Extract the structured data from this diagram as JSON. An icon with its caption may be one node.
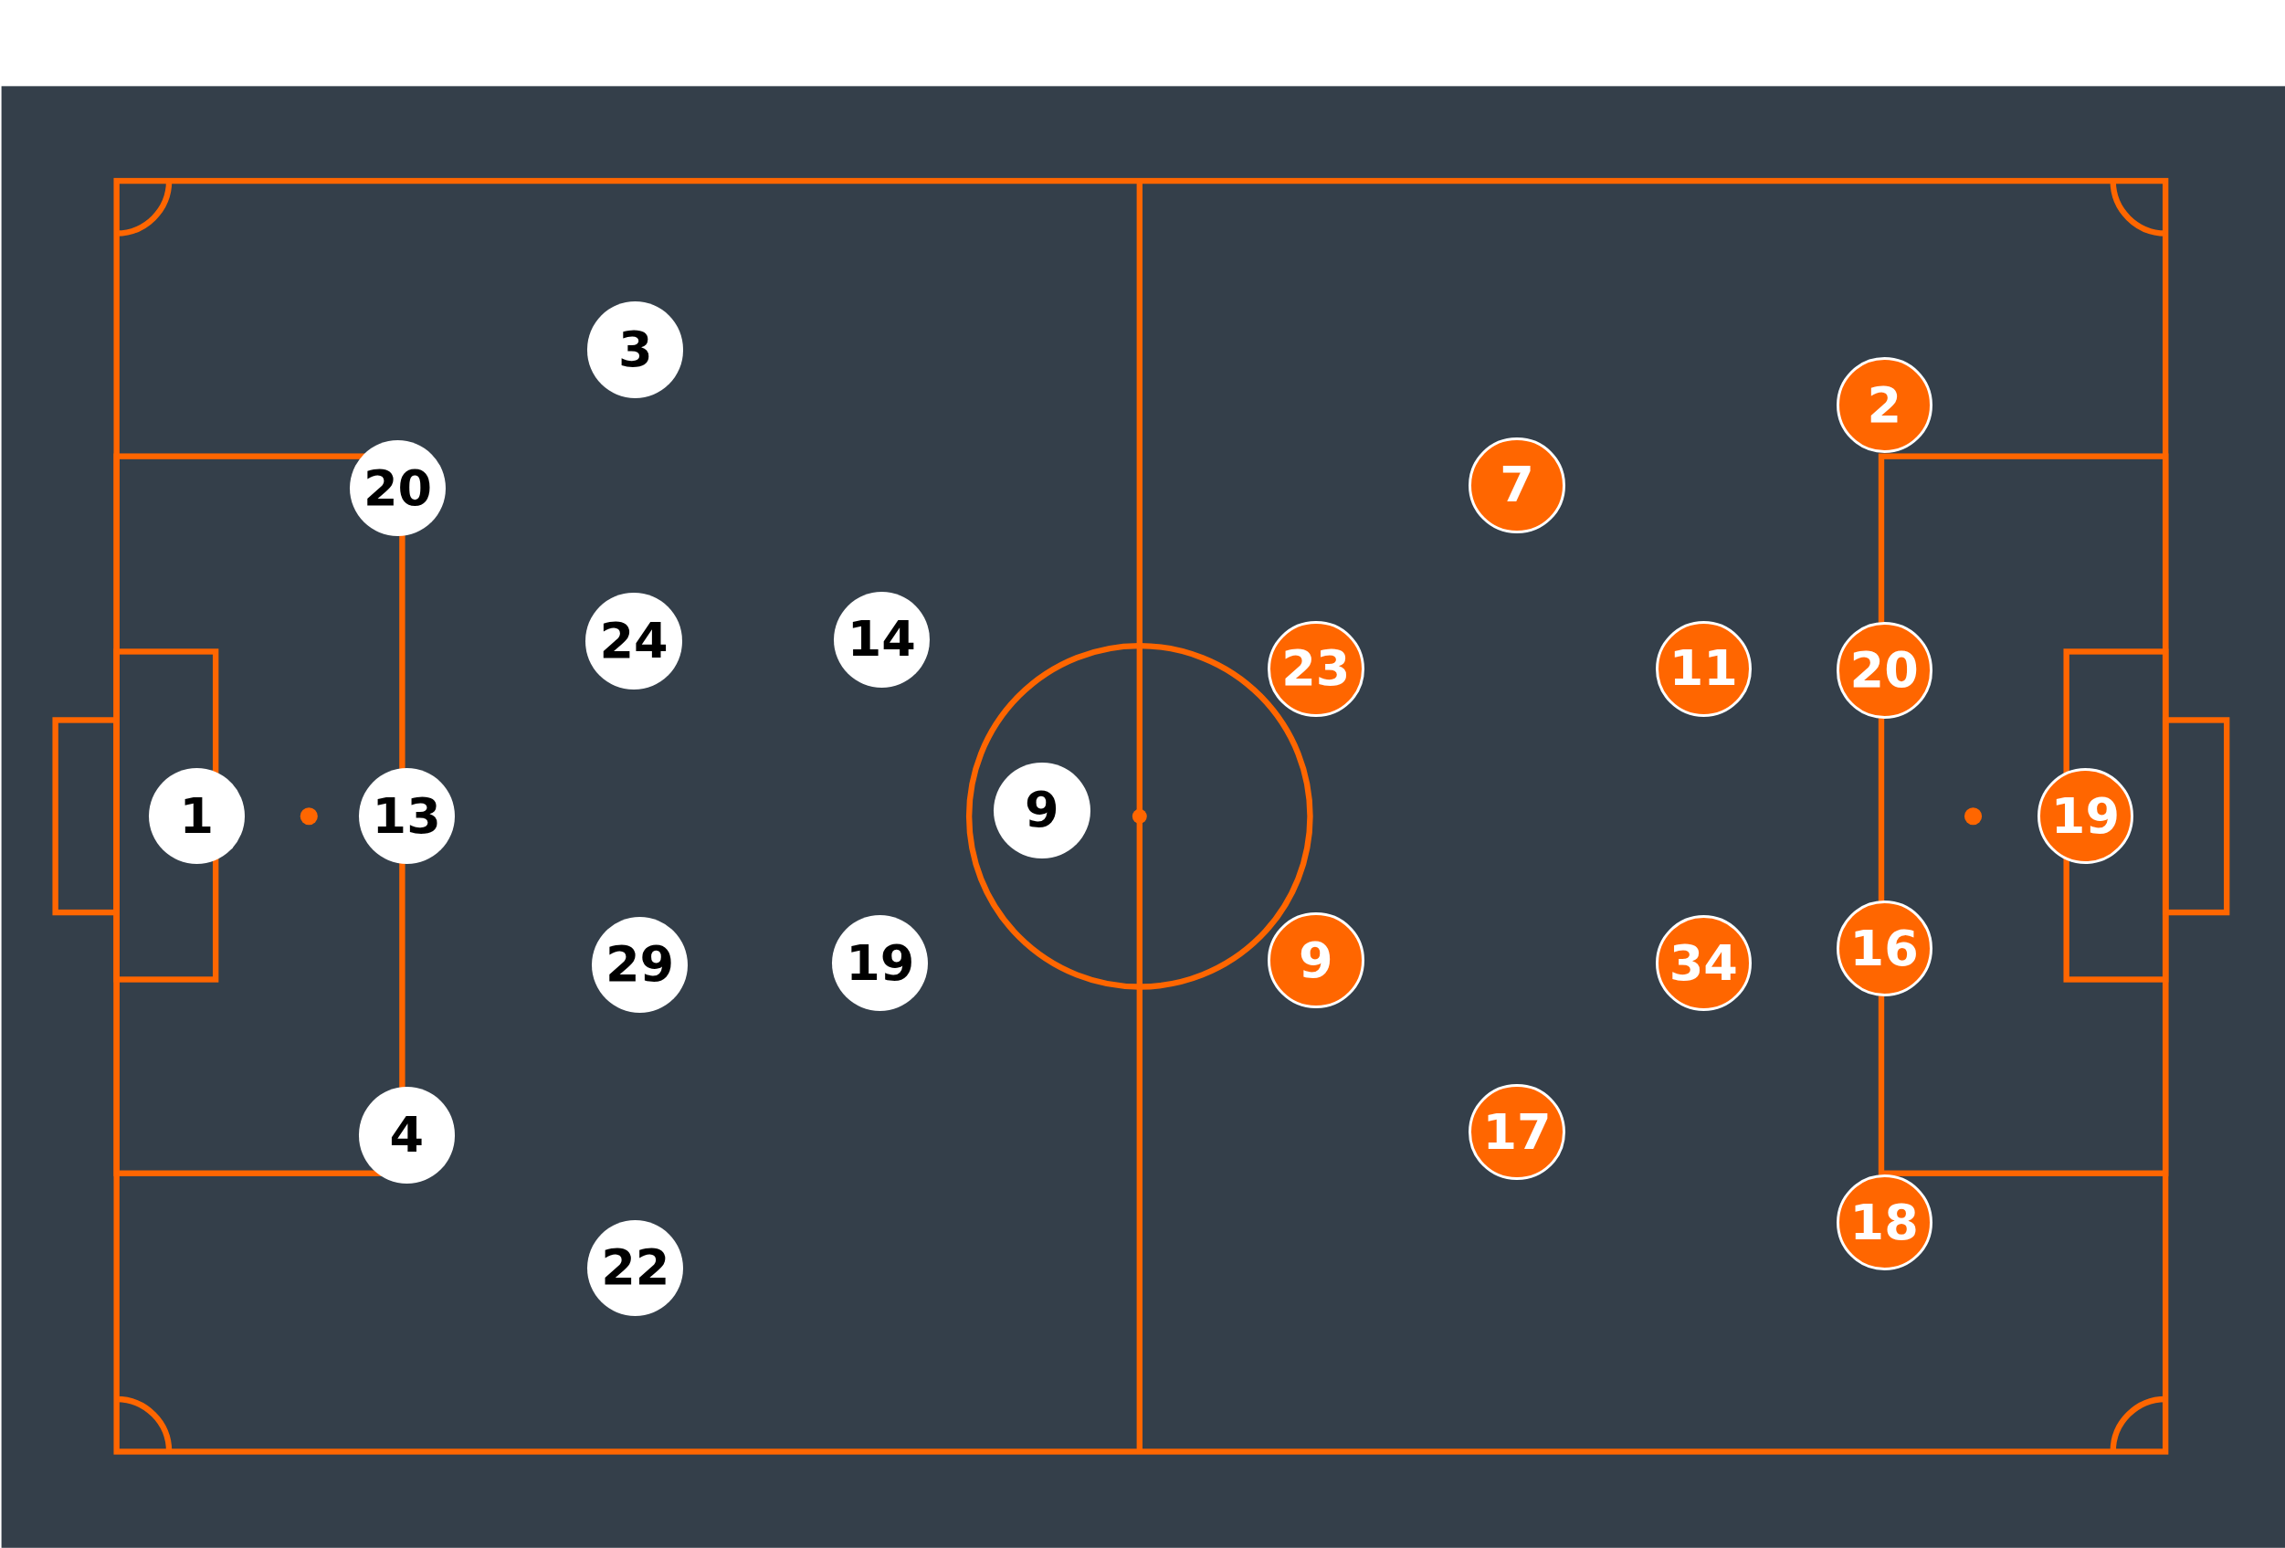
{
  "diagram": {
    "nodes": [
      {
        "text": [
          "1"
        ]
      },
      {
        "text": [
          "20"
        ]
      },
      {
        "text": [
          "13"
        ]
      },
      {
        "text": [
          "4"
        ]
      },
      {
        "text": [
          "3"
        ]
      },
      {
        "text": [
          "24"
        ]
      },
      {
        "text": [
          "29"
        ]
      },
      {
        "text": [
          "22"
        ]
      },
      {
        "text": [
          "14"
        ]
      },
      {
        "text": [
          "19"
        ]
      },
      {
        "text": [
          "9"
        ]
      },
      {
        "text": [
          "23"
        ]
      },
      {
        "text": [
          "9"
        ]
      },
      {
        "text": [
          "7"
        ]
      },
      {
        "text": [
          "17"
        ]
      },
      {
        "text": [
          "11"
        ]
      },
      {
        "text": [
          "34"
        ]
      },
      {
        "text": [
          "2"
        ]
      },
      {
        "text": [
          "20"
        ]
      },
      {
        "text": [
          "16"
        ]
      },
      {
        "text": [
          "18"
        ]
      },
      {
        "text": [
          "19"
        ]
      }
    ]
  }
}
